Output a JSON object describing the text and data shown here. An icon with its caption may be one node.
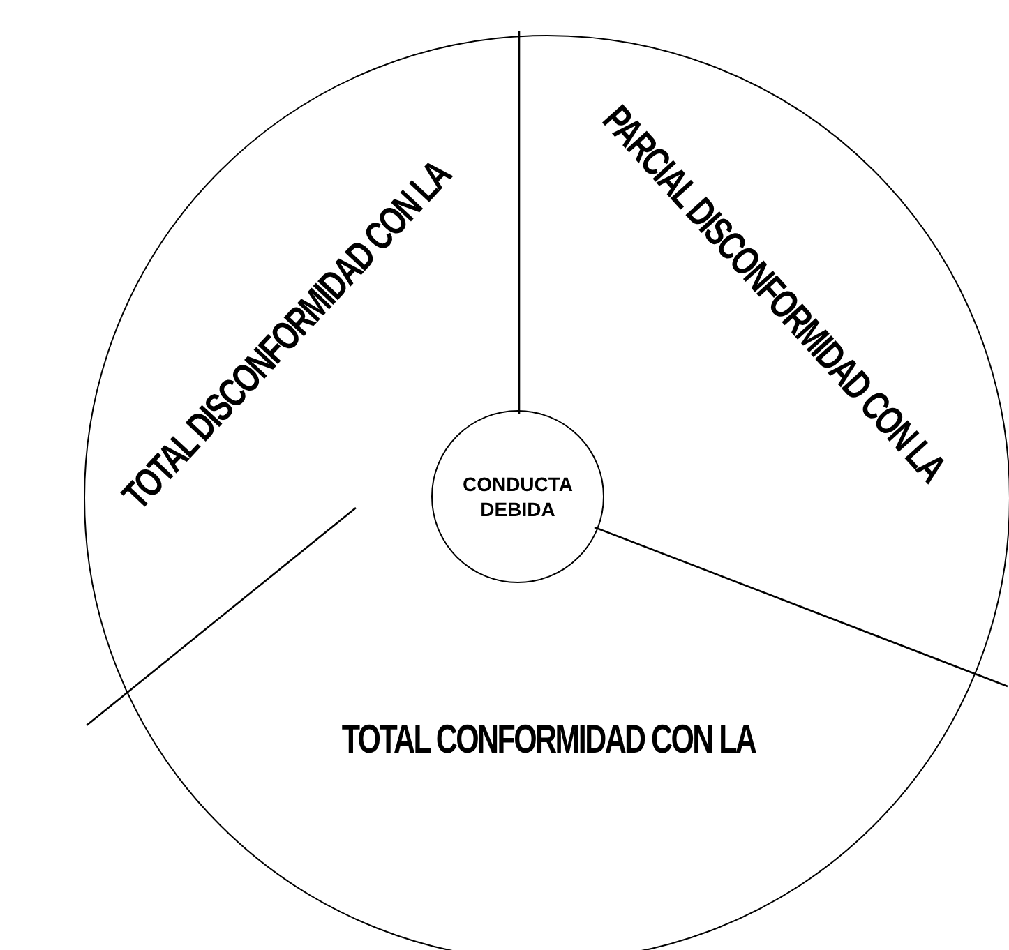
{
  "diagram": {
    "nodes": [
      {
        "text": [],
        "shape": "circle"
      },
      {
        "text": [
          "TOTAL DISCONFORMIDAD CON LA"
        ],
        "in": 0
      },
      {
        "text": [
          "PARCIAL DISCONFORMIDAD CON LA"
        ],
        "in": 0
      },
      {
        "text": [
          "CONDUCTA DEBIDA"
        ],
        "in": 0
      },
      {
        "text": [
          "TOTAL CONFORMIDAD CON LA"
        ],
        "in": 0
      }
    ]
  }
}
